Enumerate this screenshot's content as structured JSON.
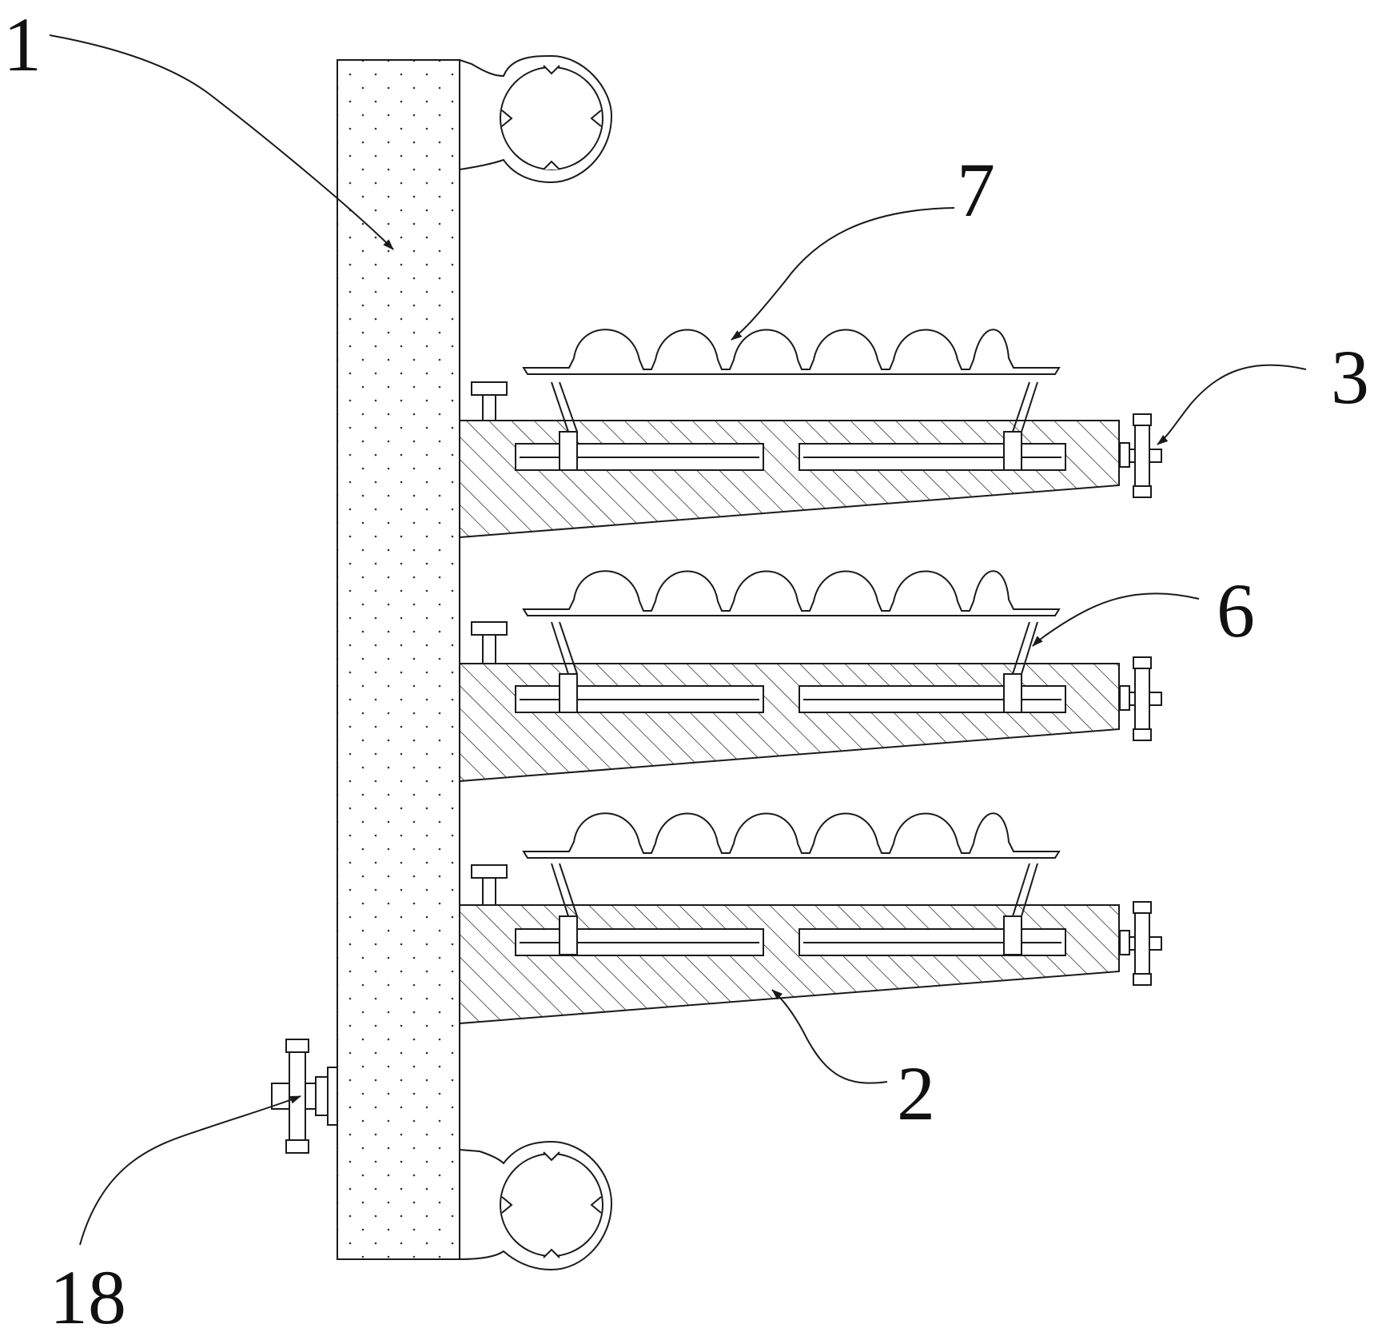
{
  "figure": {
    "labels": {
      "housing": "1",
      "support_arm": "2",
      "adjust_knob": "3",
      "link_rod": "6",
      "clamp_plate": "7",
      "lock_knob": "18"
    },
    "colors": {
      "stroke": "#1a1a1a",
      "background": "#ffffff",
      "stipple": "#333333"
    }
  }
}
